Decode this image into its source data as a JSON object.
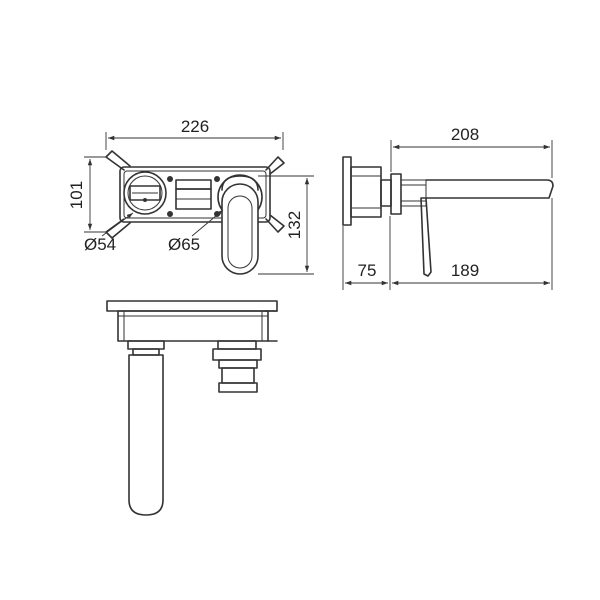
{
  "dimensions": {
    "top_width": "226",
    "top_height": "101",
    "left_circle_diameter": "Ø54",
    "right_circle_diameter": "Ø65",
    "handle_height": "132",
    "spout_length": "208",
    "wall_depth": "75",
    "reach": "189"
  },
  "colors": {
    "line": "#333333",
    "background": "#ffffff"
  }
}
